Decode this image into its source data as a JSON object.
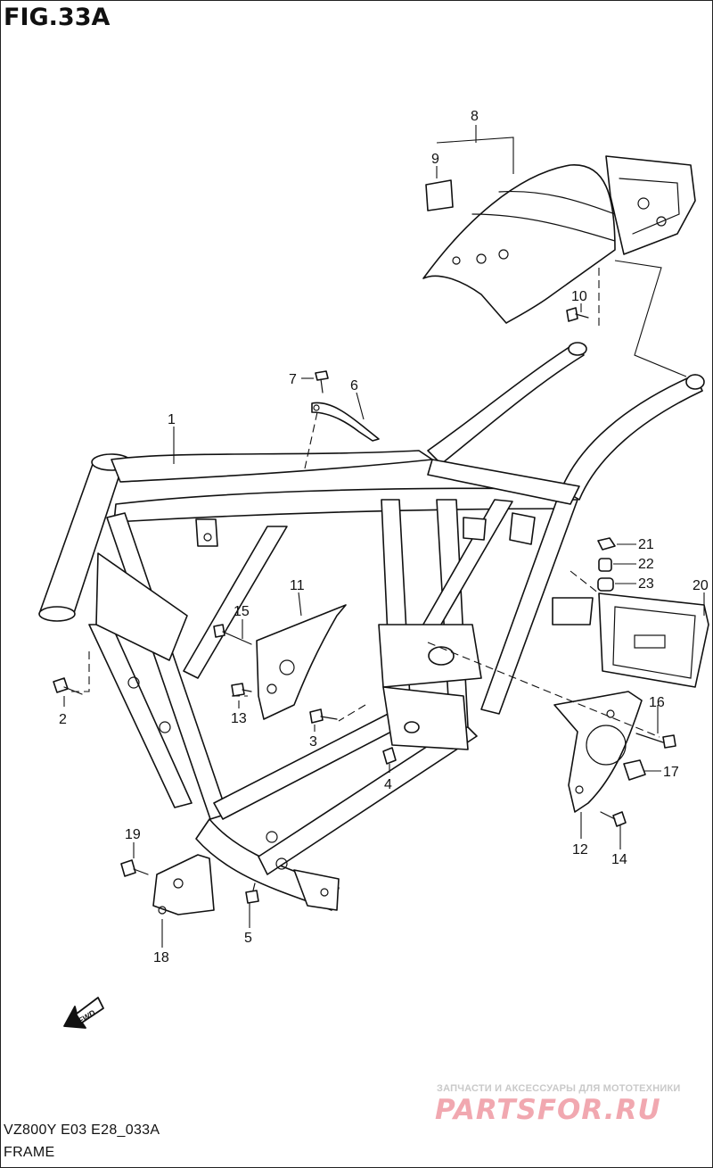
{
  "figure": {
    "title": "FIG.33A",
    "model_code": "VZ800Y E03 E28_033A",
    "section_name": "FRAME"
  },
  "callouts": [
    {
      "id": "c1",
      "label": "1"
    },
    {
      "id": "c2",
      "label": "2"
    },
    {
      "id": "c3",
      "label": "3"
    },
    {
      "id": "c4",
      "label": "4"
    },
    {
      "id": "c5",
      "label": "5"
    },
    {
      "id": "c6",
      "label": "6"
    },
    {
      "id": "c7",
      "label": "7"
    },
    {
      "id": "c8",
      "label": "8"
    },
    {
      "id": "c9",
      "label": "9"
    },
    {
      "id": "c10",
      "label": "10"
    },
    {
      "id": "c11",
      "label": "11"
    },
    {
      "id": "c12",
      "label": "12"
    },
    {
      "id": "c13",
      "label": "13"
    },
    {
      "id": "c14",
      "label": "14"
    },
    {
      "id": "c15",
      "label": "15"
    },
    {
      "id": "c16",
      "label": "16"
    },
    {
      "id": "c17",
      "label": "17"
    },
    {
      "id": "c18",
      "label": "18"
    },
    {
      "id": "c19",
      "label": "19"
    },
    {
      "id": "c20",
      "label": "20"
    },
    {
      "id": "c21",
      "label": "21"
    },
    {
      "id": "c22",
      "label": "22"
    },
    {
      "id": "c23",
      "label": "23"
    }
  ],
  "fwd_arrow_label": "FWD",
  "watermark": {
    "tagline": "ЗАПЧАСТИ И АКСЕССУАРЫ ДЛЯ МОТОТЕХНИКИ",
    "logo": "PARTSFOR.RU"
  }
}
